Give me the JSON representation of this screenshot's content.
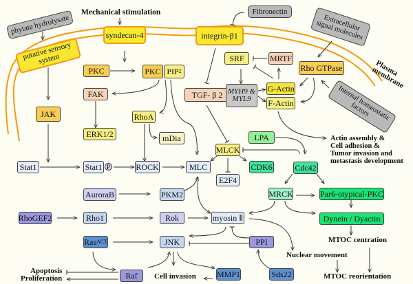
{
  "stimuli": {
    "mechanical": "Mechanical stimulation",
    "fibronectin": "Fibronectin",
    "phytate": "phytate hydrolysate",
    "extracellular": "Extracellular signal molecules",
    "internal": "Internal homeostatic factors"
  },
  "membrane": {
    "label": "Plasma membrane",
    "sensory": "putative sensory system",
    "syndecan": "syndecan-4",
    "integrin": "integrin-β1"
  },
  "nodes": {
    "pkc1": "PKC",
    "pkc2": "PKC",
    "pip2_base": "PIP",
    "pip2_sub": "2",
    "fak": "FAK",
    "erk": "ERK1/2",
    "jak": "JAK",
    "rhoa": "RhoA",
    "mdia": "mDia",
    "tgf": "TGF- β 2",
    "srf": "SRF",
    "mrtf": "MRTF",
    "myh9": "MYH9 &",
    "myl9": "MYL9",
    "gactin": "G-Actin",
    "factin": "F-Actin",
    "rho_gtpase": "Rho GTPase",
    "stat1a": "Stat1",
    "stat1b": "Stat1",
    "p": "P",
    "rock": "ROCK",
    "mlc": "MLC",
    "mlck": "MLCK",
    "lpa": "LPA",
    "cdk6": "CDK6",
    "cdc42": "Cdc42",
    "e2f4": "E2F4",
    "aurorab": "AuroraB",
    "pkm2": "PKM2",
    "mrck": "MRCK",
    "par6": "Par6-otypical-PKC",
    "rhogef2": "RhoGEF2",
    "rho1": "Rho1",
    "rok": "Rok",
    "myosin": "myosin Ⅱ",
    "dynein": "Dynein / Dyactin",
    "ras_base": "Ras",
    "ras_sup": "ACT",
    "jnk": "JNK",
    "ppi": "PPI",
    "raf": "Raf",
    "mmp1": "MMP1",
    "sds22": "Sds22"
  },
  "outcomes": {
    "actin_line1": "Actin assembly &",
    "actin_line2": "Cell adhesion &",
    "actin_line3": "Tumor invasion and",
    "actin_line4": "metastasis development",
    "mtoc_centration": "MTOC centration",
    "nuclear_movement": "Nuclear movement",
    "mtoc_reorientation": "MTOC reorientation",
    "apoptosis": "Apoptosis",
    "proliferation": "Proliferation",
    "cell_invasion": "Cell invasion"
  },
  "colors": {
    "membrane": "#f39a12",
    "membrane_protein": "#f8e832",
    "stimulus": "#b9b9b9",
    "edge": "#333333"
  }
}
